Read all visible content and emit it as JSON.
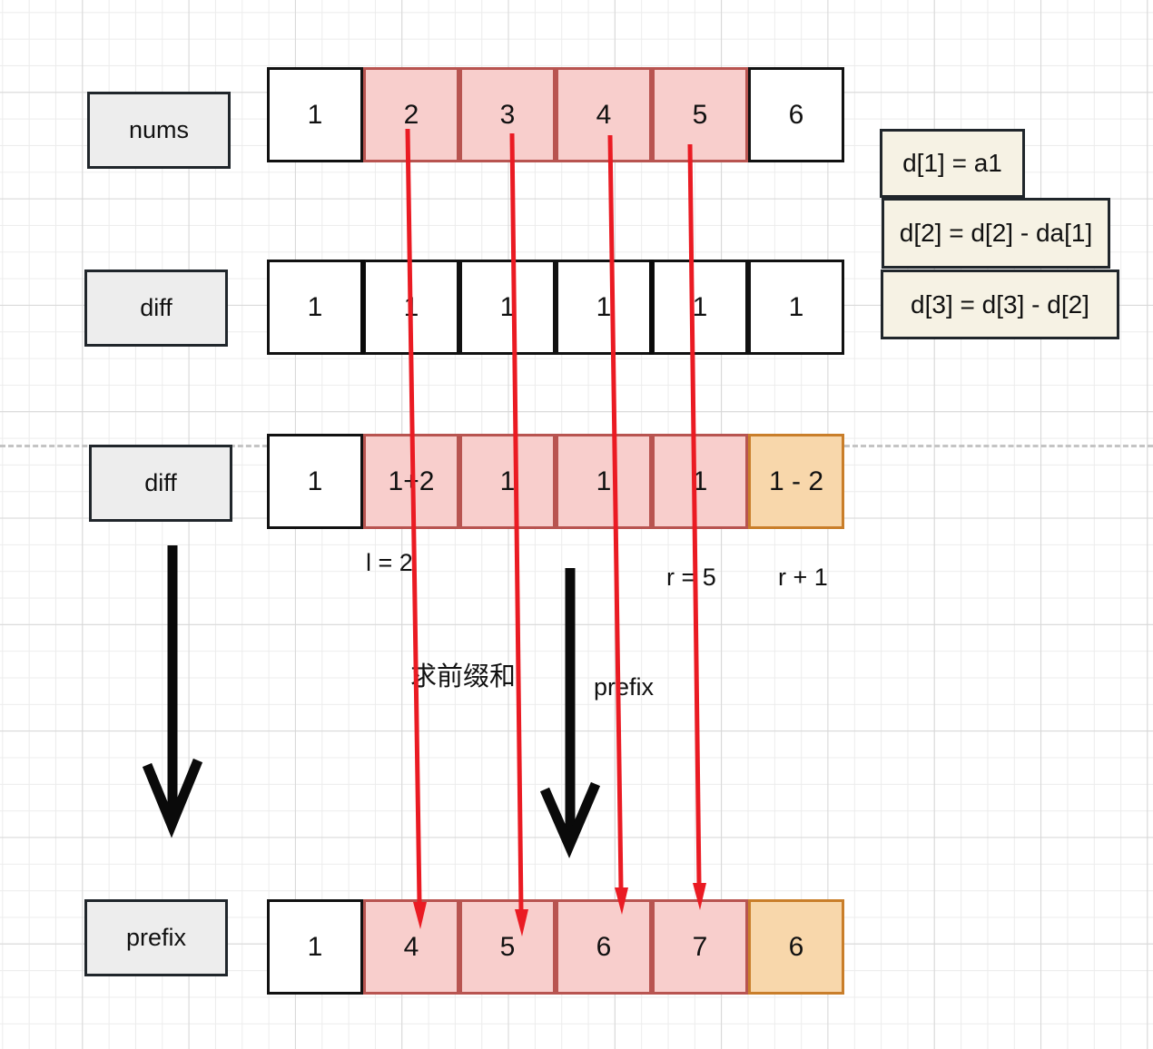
{
  "colors": {
    "pink_fill": "#f8cecc",
    "pink_border": "#b85450",
    "orange_fill": "#f8d7ab",
    "orange_border": "#c97e2a",
    "white_fill": "#ffffff",
    "black_border": "#111111",
    "label_fill": "#ededed",
    "label_border": "#20262b",
    "note_fill": "#f6f2e4",
    "note_border": "#20262b",
    "arrow_red": "#ea1b23",
    "arrow_black": "#0a0a0a",
    "dash_gray": "#c4c4c4"
  },
  "rows": {
    "nums": {
      "label": "nums",
      "cells": [
        "1",
        "2",
        "3",
        "4",
        "5",
        "6"
      ]
    },
    "diff1": {
      "label": "diff",
      "cells": [
        "1",
        "1",
        "1",
        "1",
        "1",
        "1"
      ]
    },
    "diff2": {
      "label": "diff",
      "cells": [
        "1",
        "1+2",
        "1",
        "1",
        "1",
        "1 - 2"
      ]
    },
    "prefix": {
      "label": "prefix",
      "cells": [
        "1",
        "4",
        "5",
        "6",
        "7",
        "6"
      ]
    }
  },
  "notes": [
    "d[1] = a1",
    "d[2] = d[2] - da[1]",
    "d[3] = d[3] - d[2]"
  ],
  "annotations": {
    "l": "l = 2",
    "r": "r = 5",
    "r_plus_1": "r + 1",
    "prefix_sum_cn": "求前缀和",
    "prefix_label": "prefix"
  }
}
